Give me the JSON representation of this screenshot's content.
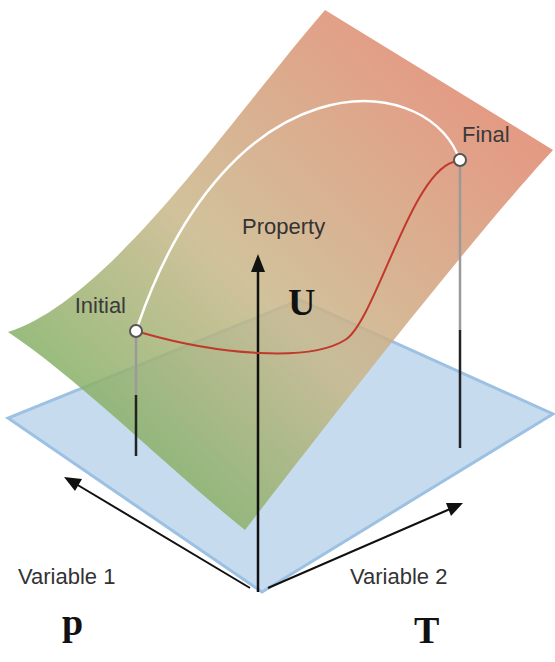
{
  "diagram": {
    "nodes": [
      {
        "text": [
          "Initial"
        ]
      },
      {
        "text": [
          "Final"
        ]
      }
    ],
    "edges": [
      {
        "from": 0,
        "to": 1,
        "arrow": "none"
      },
      {
        "from": 0,
        "to": 1,
        "arrow": "none"
      }
    ],
    "labels": [
      "Property",
      "U",
      "Variable 1",
      "p",
      "Variable 2",
      "T"
    ]
  }
}
